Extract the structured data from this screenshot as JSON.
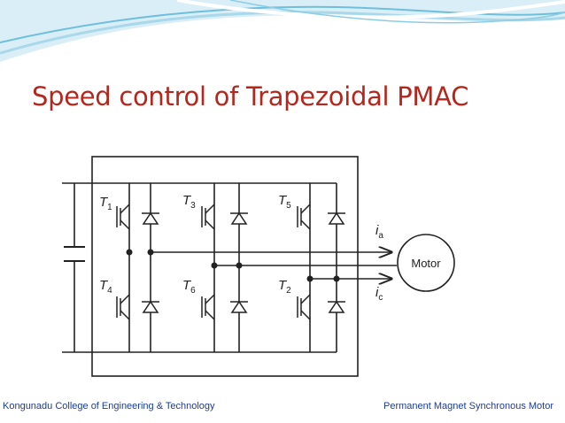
{
  "slide": {
    "title": "Speed control of Trapezoidal PMAC"
  },
  "diagram": {
    "switches": [
      {
        "letter": "T",
        "sub": "1"
      },
      {
        "letter": "T",
        "sub": "3"
      },
      {
        "letter": "T",
        "sub": "5"
      },
      {
        "letter": "T",
        "sub": "4"
      },
      {
        "letter": "T",
        "sub": "6"
      },
      {
        "letter": "T",
        "sub": "2"
      }
    ],
    "currents": [
      {
        "letter": "i",
        "sub": "a"
      },
      {
        "letter": "i",
        "sub": "c"
      }
    ],
    "motor_label": "Motor"
  },
  "footer": {
    "left": "Kongunadu College of Engineering & Technology",
    "right": "Permanent Magnet Synchronous  Motor"
  },
  "colors": {
    "title": "#b5271d",
    "footer_text": "#1c3c9a",
    "wave_light": "#d9eef7",
    "wave_mid": "#a8d8ea",
    "wave_dark": "#6fbfdc"
  }
}
